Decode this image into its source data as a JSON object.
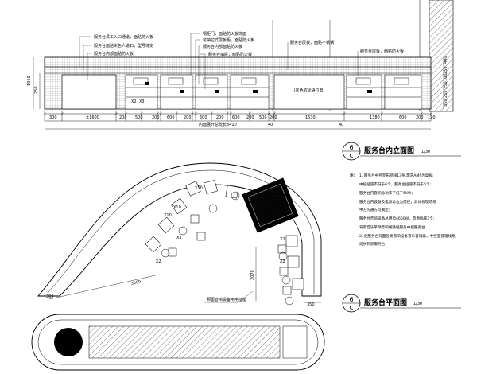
{
  "elevation": {
    "title": "服务台内立面图",
    "scale": "1/30",
    "bubble_top": "6",
    "bubble_bottom": "C",
    "callouts": [
      "服务台员工入口通道，面贴防火板",
      "服务台面贴米色人造石，型号待定",
      "服务台内部面贴防火板",
      "钢柜门，面贴防火板饰面",
      "可抽拉式层板柜，面贴防火板",
      "服务台内部面贴防火板",
      "服务台抽屉，面贴防火板",
      "服务台层板，面贴不锈钢",
      "服务台层板，面贴防火板"
    ],
    "center_label": "(灰色的标语位置)",
    "left_dims": [
      "1060",
      "750"
    ],
    "right_dims": [
      "400",
      "250",
      "100",
      "250",
      "250",
      "350"
    ],
    "bottom_dims": [
      "300",
      "±1600",
      "200",
      "500",
      "200",
      "600",
      "200",
      "600",
      "200",
      "600",
      "200",
      "500",
      "200",
      "1530",
      "1380",
      "600",
      "200",
      "170"
    ],
    "total_label": "内面展开总统长8410",
    "small_dims": [
      "40",
      "40"
    ],
    "tags": [
      "X2",
      "X3"
    ]
  },
  "plan": {
    "title": "服务台平面图",
    "scale": "1/30",
    "bubble_top": "6",
    "bubble_bottom": "C",
    "dims": [
      "300",
      "3560",
      "2070",
      "350"
    ],
    "tags": [
      "X10",
      "X10",
      "X10",
      "X2",
      "X3",
      "X2",
      "X2"
    ],
    "bottom_label": "预留音响设备用电插座"
  },
  "notes": {
    "heading": "注：",
    "lines": [
      "1. 服务台中控室布网线13条,需求AMP为高规;",
      "中控插座不低于6个，服务台插座不低于5个;",
      "服务台内音响总功率不低于5KW;",
      "服务台内设备及电源总位为前控，具体视现场与",
      "甲方沟通方可确定;",
      "服务台音响设备总用电4600W，电源插座3个;",
      "背景音乐吊顶音响线路经服务中控服务台",
      "2. 走服务台背面各路音响设备音乐音箱路，中控室音箱线路",
      "延长到新服务台"
    ]
  }
}
